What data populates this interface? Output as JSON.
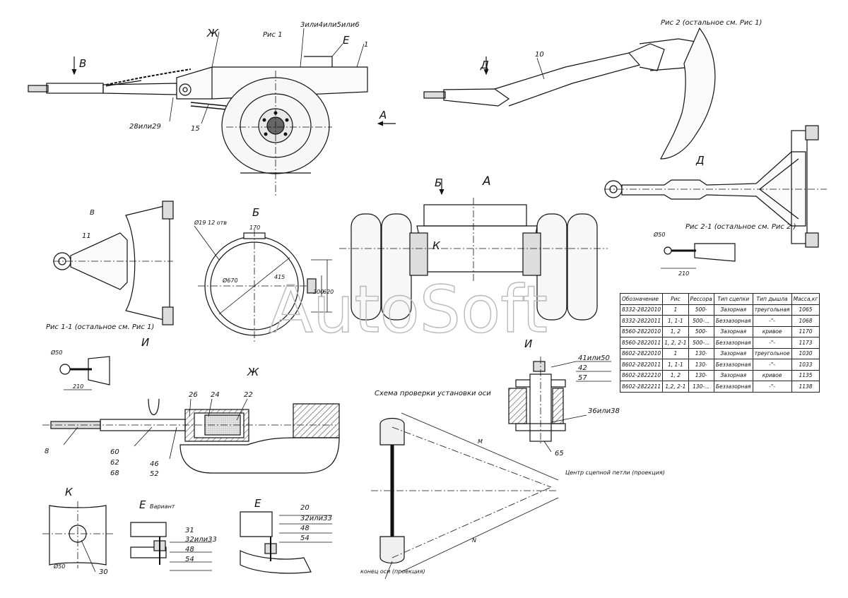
{
  "figures": {
    "fig1": "Рис 1",
    "fig2": "Рис 2 (остальное см. Рис 1)",
    "fig1_1": "Рис 1-1 (остальное см. Рис 1)",
    "fig2_1": "Рис 2-1 (остальное см. Рис 2 )"
  },
  "views": {
    "A": "А",
    "B_cyr": "Б",
    "V": "В",
    "D": "Д",
    "Zh": "Ж",
    "E": "Е",
    "I": "И",
    "K": "К",
    "E_variant": "Вариант"
  },
  "callouts": {
    "c1": "1",
    "c3": "3или4или5или6",
    "c28": "28или29",
    "c15": "15",
    "c10": "10",
    "c11": "11",
    "c8": "8",
    "c60": "60",
    "c62": "62",
    "c68": "68",
    "c46": "46",
    "c52": "52",
    "c26": "26",
    "c24": "24",
    "c22": "22",
    "c31": "31",
    "c32_33a": "32или33",
    "c48a": "48",
    "c54a": "54",
    "c20": "20",
    "c32_33b": "32или33",
    "c48b": "48",
    "c54b": "54",
    "c30": "30",
    "c41_50": "41или50",
    "c42": "42",
    "c57": "57",
    "c36_38": "36или38",
    "c65": "65"
  },
  "dims": {
    "d_holes": "Ø19 12 отв",
    "d_170": "170",
    "d_670": "Ø670",
    "d_415": "415",
    "d_300": "300",
    "d_620": "620",
    "d_50a": "Ø50",
    "d_210a": "210",
    "d_50b": "Ø50",
    "d_210b": "210",
    "d_50c": "Ø50",
    "d_M": "M",
    "d_N": "N"
  },
  "scheme": {
    "title": "Схема проверки установки оси",
    "center": "Центр сцепной петли (проекция)",
    "axle_end": "конец оси (проекция)"
  },
  "watermark": "AutoSoft",
  "table": {
    "headers": [
      "Обозначение",
      "Рис",
      "Рессора",
      "Тип сцепки",
      "Тип дышла",
      "Масса,кг"
    ],
    "rows": [
      [
        "8332-2822010",
        "1",
        "500-",
        "Зазорная",
        "треугольная",
        "1065"
      ],
      [
        "8332-2822011",
        "1, 1-1",
        "500-...",
        "Беззазорная",
        "-\"-",
        "1068"
      ],
      [
        "8560-2822010",
        "1, 2",
        "500-",
        "Зазорная",
        "кривое",
        "1170"
      ],
      [
        "8560-2822011",
        "1, 2, 2-1",
        "500-...",
        "Беззазорная",
        "-\"-",
        "1173"
      ],
      [
        "8602-2822010",
        "1",
        "130-",
        "Зазорная",
        "треугольное",
        "1030"
      ],
      [
        "8602-2822011",
        "1, 1-1",
        "130-",
        "Беззазорная",
        "-\"-",
        "1033"
      ],
      [
        "8602-2822210",
        "1, 2",
        "130-",
        "Зазорная",
        "кривое",
        "1135"
      ],
      [
        "8602-2822211",
        "1,2, 2-1",
        "130-...",
        "Беззазорная",
        "-\"-",
        "1138"
      ]
    ]
  }
}
